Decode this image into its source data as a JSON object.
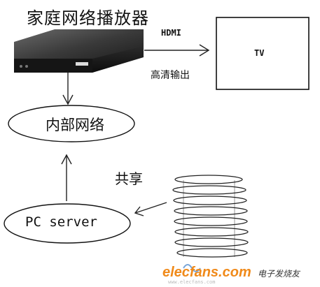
{
  "labels": {
    "player": "家庭网络播放器",
    "hdmi": "HDMI",
    "hd_output": "高清输出",
    "tv": "TV",
    "internal_network": "内部网络",
    "share": "共享",
    "pc_server": "PC server"
  },
  "watermark": {
    "site": "elecfans.com",
    "cn": "电子发烧友",
    "url": "www.elecfans.com"
  }
}
